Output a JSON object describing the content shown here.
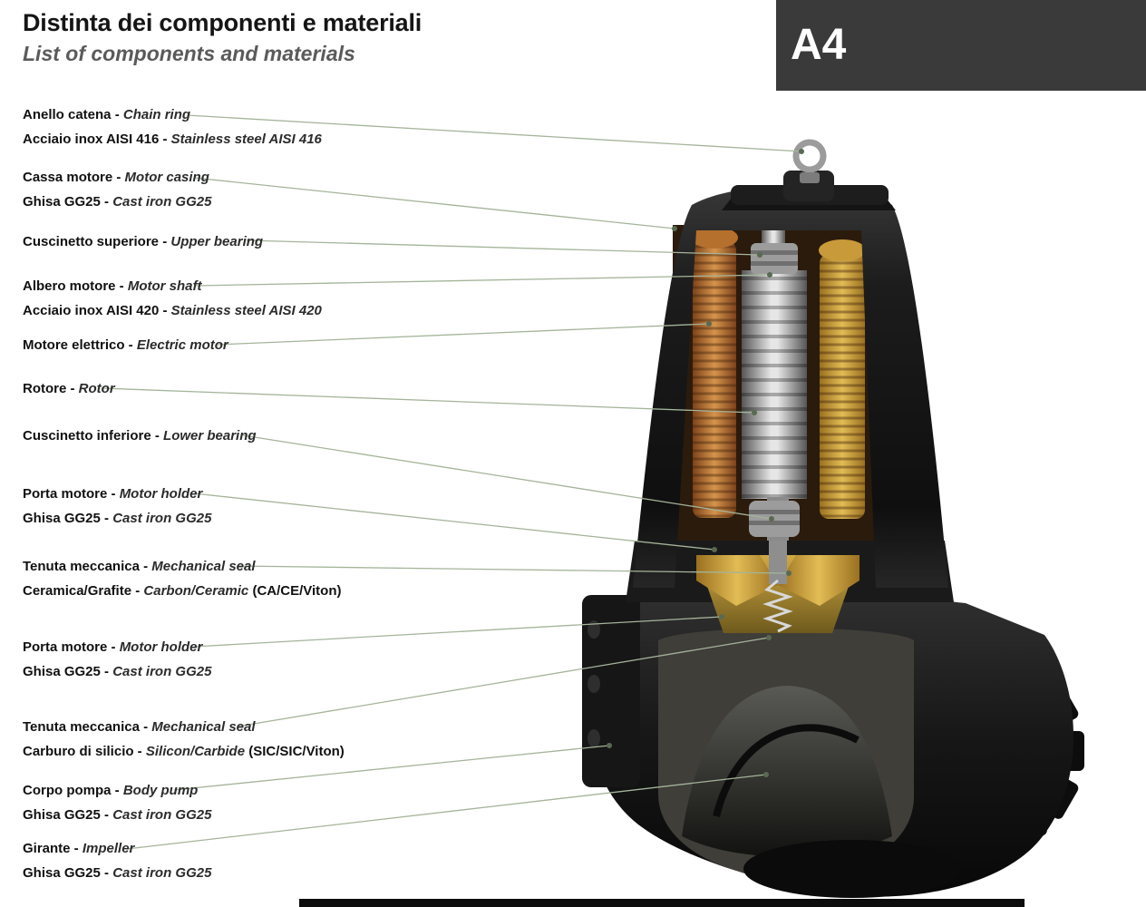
{
  "header": {
    "title": "Distinta dei componenti e materiali",
    "subtitle": "List of components and materials",
    "page_tag": "A4"
  },
  "colors": {
    "leader_line": "#a4b49a",
    "tag_background": "#3a3a3a",
    "copper_winding": "#c07a32",
    "gold_seal": "#bd9c3e",
    "pump_body": "#141414"
  },
  "labels": [
    {
      "it1": "Anello catena -",
      "en1": "Chain ring",
      "it2": "Acciaio inox AISI 416 -",
      "en2": "Stainless steel AISI 416"
    },
    {
      "it1": "Cassa motore -",
      "en1": "Motor casing",
      "it2": "Ghisa GG25 -",
      "en2": "Cast iron GG25"
    },
    {
      "it1": "Cuscinetto superiore -",
      "en1": "Upper bearing"
    },
    {
      "it1": "Albero motore -",
      "en1": "Motor shaft",
      "it2": "Acciaio inox AISI 420 -",
      "en2": "Stainless steel AISI 420"
    },
    {
      "it1": "Motore elettrico -",
      "en1": "Electric motor"
    },
    {
      "it1": "Rotore -",
      "en1": "Rotor"
    },
    {
      "it1": "Cuscinetto inferiore -",
      "en1": "Lower bearing"
    },
    {
      "it1": "Porta motore -",
      "en1": "Motor holder",
      "it2": "Ghisa GG25 -",
      "en2": "Cast iron GG25"
    },
    {
      "it1": "Tenuta meccanica -",
      "en1": "Mechanical seal",
      "it2": "Ceramica/Grafite -",
      "en2": "Carbon/Ceramic",
      "sfx2": "(CA/CE/Viton)"
    },
    {
      "it1": "Porta motore -",
      "en1": "Motor holder",
      "it2": "Ghisa GG25 -",
      "en2": "Cast iron GG25"
    },
    {
      "it1": "Tenuta meccanica -",
      "en1": "Mechanical seal",
      "it2": "Carburo di silicio -",
      "en2": "Silicon/Carbide",
      "sfx2": "(SIC/SIC/Viton)"
    },
    {
      "it1": "Corpo pompa -",
      "en1": "Body pump",
      "it2": "Ghisa GG25 -",
      "en2": "Cast iron GG25"
    },
    {
      "it1": "Girante -",
      "en1": "Impeller",
      "it2": "Ghisa GG25 -",
      "en2": "Cast iron GG25"
    }
  ]
}
